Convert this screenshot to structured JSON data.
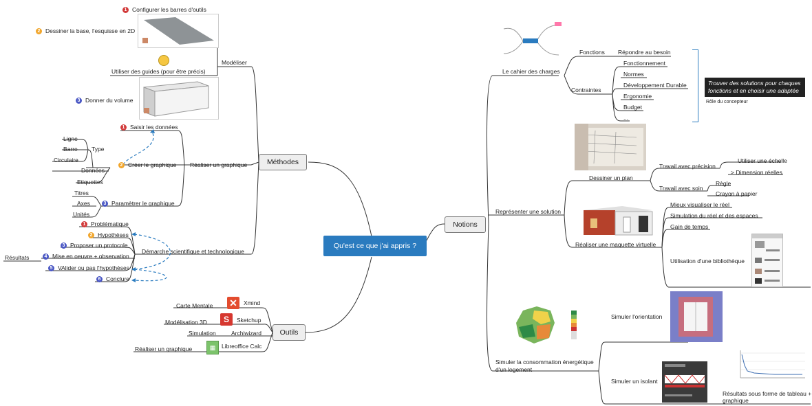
{
  "central": "Qu'est ce que j'ai appris ?",
  "methodes": {
    "label": "Méthodes",
    "modeliser": {
      "label": "Modéliser",
      "configurer": "Configurer les barres d'outils",
      "dessiner": "Dessiner la base, l'esquisse en 2D",
      "guides": "Utiliser des guides (pour être précis)",
      "volume": "Donner du volume"
    },
    "graphique": {
      "label": "Réaliser un graphique",
      "saisir": "Saisir les données",
      "creer": "Créer le graphique",
      "type": "Type",
      "ligne": "Ligne",
      "barre": "Barre",
      "circulaire": "Circulaire",
      "donnees": "Données",
      "etiquettes": "Etiquettes",
      "parametrer": "Paramètrer le graphique",
      "titres": "Titres",
      "axes": "Axes",
      "unites": "Unités"
    },
    "demarche": {
      "label": "Démarche scientifique et technologique",
      "problematique": "Problématique",
      "hypotheses": "Hypothèses",
      "protocole": "Proposer un protocole",
      "mise": "Mise en oeuvre + observation",
      "resultats": "Résultats",
      "valider": "VAlider ou pas l'hypothèses",
      "conclure": "Conclure"
    },
    "nums": {
      "n1": "1",
      "n2": "2",
      "n3": "3",
      "n4": "4",
      "n5": "5",
      "n6": "6"
    }
  },
  "outils": {
    "label": "Outils",
    "carte": "Carte Mentale",
    "xmind": "Xmind",
    "modelisation": "Modélisation 3D",
    "sketchup": "Sketchup",
    "simulation": "Simulation",
    "archiwizard": "Archiwizard",
    "graphique": "Réaliser un graphique",
    "libreoffice": "Libreoffice Calc"
  },
  "notions": {
    "label": "Notions",
    "cahier": {
      "label": "Le cahier des charges",
      "fonctions": "Fonctions",
      "repondre": "Répondre au besoin",
      "contraintes": "Contraintes",
      "items": [
        "Fonctionnement",
        "Normes",
        "Développement Durable",
        "Ergonomie",
        "Budget",
        "..."
      ],
      "callout": "Trouver des solutions pour chaques fonctions  et en choisir une adaptée",
      "role": "Rôle du concepteur"
    },
    "representer": {
      "label": "Représenter une solution",
      "plan": "Dessiner un plan",
      "precision": "Travail avec précision",
      "echelle": "Utiliser une échelle",
      "dimension": ">  Dimension réelles",
      "soin": "Travail avec soin",
      "regle": "Règle",
      "crayon": "Crayon à papier",
      "maquette": "Réaliser une maquette virtuelle",
      "visualiser": "Mieux visualiser le réel",
      "simu": "Simulation du réel et des espaces",
      "gain": "Gain de temps",
      "bibliotheque": "Utilisation d'une bibliothèque"
    },
    "simuler": {
      "label": "Simuler la consommation énergétique d'un logement",
      "orientation": "Simuler l'orientation",
      "isolant": "Simuler un isolant",
      "resultats": "Résultats sous forme de tableau + graphique"
    }
  },
  "colors": {
    "central": "#2a7bbf",
    "line": "#333333",
    "dash": "#2a7bbf"
  }
}
